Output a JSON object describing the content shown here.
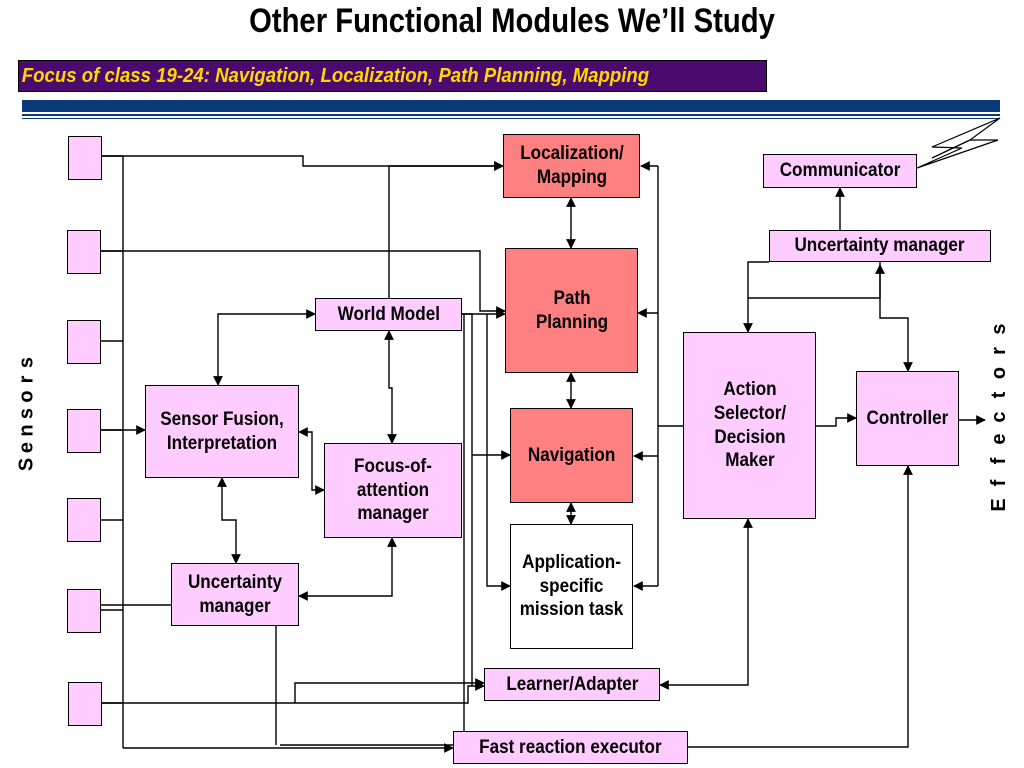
{
  "slide": {
    "title": "Other Functional Modules We’ll Study",
    "banner": "Focus of class 19-24:  Navigation, Localization, Path Planning, Mapping"
  },
  "side_labels": {
    "left": "Sensors",
    "right": "Effectors"
  },
  "modules": {
    "localization": "Localization/ Mapping",
    "path_planning": "Path Planning",
    "navigation": "Navigation",
    "application_task": "Application- specific mission task",
    "world_model": "World Model",
    "sensor_fusion": "Sensor Fusion, Interpretation",
    "focus_of_attention": "Focus-of- attention manager",
    "uncertainty_left": "Uncertainty manager",
    "communicator": "Communicator",
    "uncertainty_right": "Uncertainty manager",
    "action_selector": "Action Selector/ Decision Maker",
    "controller": "Controller",
    "learner": "Learner/Adapter",
    "fast_reaction": "Fast reaction executor"
  },
  "colors": {
    "banner_bg": "#4b0a6e",
    "banner_text": "#ffd700",
    "rule": "#0a3a78",
    "module_pink": "#ffccff",
    "module_red": "#ff8080"
  }
}
